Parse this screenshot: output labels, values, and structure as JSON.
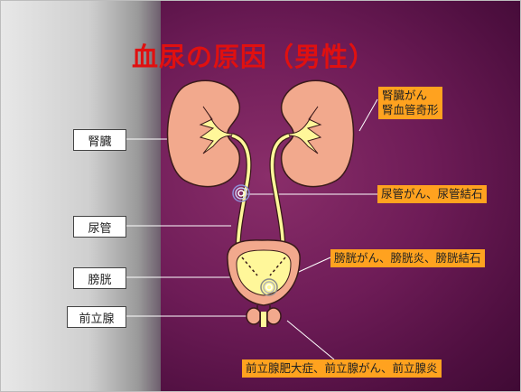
{
  "slide": {
    "title": "血尿の原因（男性）",
    "organ_labels": {
      "kidney": "腎臓",
      "ureter": "尿管",
      "bladder": "膀胱",
      "prostate": "前立腺"
    },
    "callouts": {
      "kidney_line1": "腎臓がん",
      "kidney_line2": "腎血管奇形",
      "ureter": "尿管がん、尿管結石",
      "bladder": "膀胱がん、膀胱炎、膀胱結石",
      "prostate": "前立腺肥大症、前立腺がん、前立腺炎"
    },
    "colors": {
      "title": "#e01010",
      "callout_bg": "#ffa21f",
      "organ_fill": "#f2a98d",
      "organ_inner": "#fff79a",
      "background": "#6e1c57"
    }
  }
}
